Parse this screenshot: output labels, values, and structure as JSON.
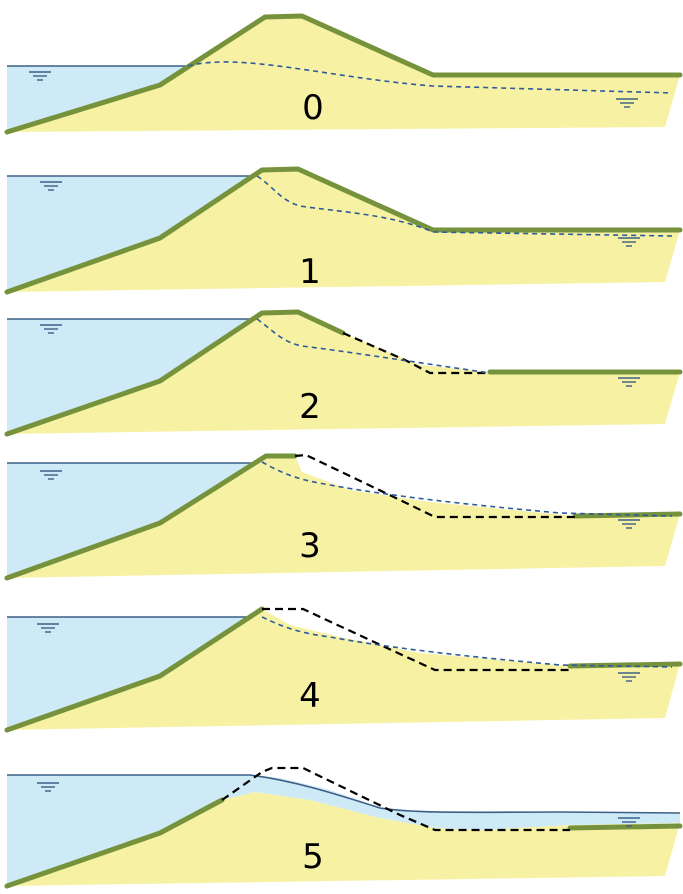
{
  "stages": [
    {
      "label": "0"
    },
    {
      "label": "1"
    },
    {
      "label": "2"
    },
    {
      "label": "3"
    },
    {
      "label": "4"
    },
    {
      "label": "5"
    }
  ],
  "colors": {
    "water": "#cfeaf7",
    "soil": "#f7f2a3",
    "surface": "#76923c",
    "phreatic_line": "#2f5a9a",
    "original_profile": "#000000"
  },
  "icons": {
    "water_level_marker": "water-level-triangle-icon"
  }
}
